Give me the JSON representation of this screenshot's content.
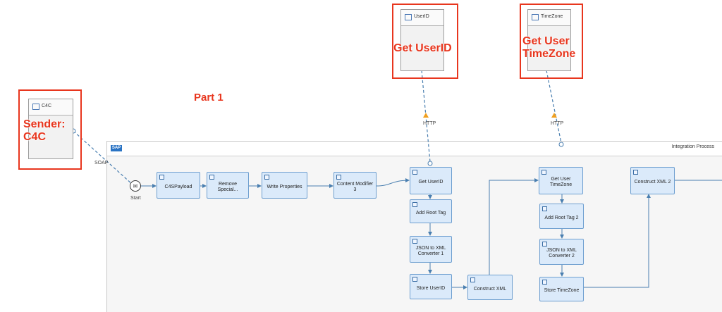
{
  "pool": {
    "title": "Integration Process",
    "logo": "SAP"
  },
  "part_label": "Part 1",
  "systems": {
    "sender": {
      "name": "C4C",
      "highlight": "Sender:\nC4C"
    },
    "userid": {
      "name": "UserID",
      "highlight": "Get UserID"
    },
    "timezone": {
      "name": "TimeZone",
      "highlight": "Get User\nTimeZone"
    }
  },
  "connections": {
    "soap": "SOAP",
    "http1": "HTTP",
    "http2": "HTTP"
  },
  "start_label": "Start",
  "steps": {
    "c4spayload": "C4SPayload",
    "remove_special": "Remove Special...",
    "write_properties": "Write Properties",
    "content_modifier_3": "Content Modifier 3",
    "get_userid": "Get UserID",
    "add_root_tag": "Add Root Tag",
    "json_xml_1": "JSON to XML Converter 1",
    "store_userid": "Store UserID",
    "construct_xml": "Construct XML",
    "get_user_timezone": "Get User TimeZone",
    "add_root_tag_2": "Add Root Tag 2",
    "json_xml_2": "JSON to XML Converter 2",
    "store_timezone": "Store TimeZone",
    "construct_xml_2": "Construct XML 2"
  },
  "colors": {
    "highlight": "#e8361e",
    "step_fill": "#dbeafa",
    "step_border": "#6e9fd0",
    "flow": "#4a7fb0"
  }
}
